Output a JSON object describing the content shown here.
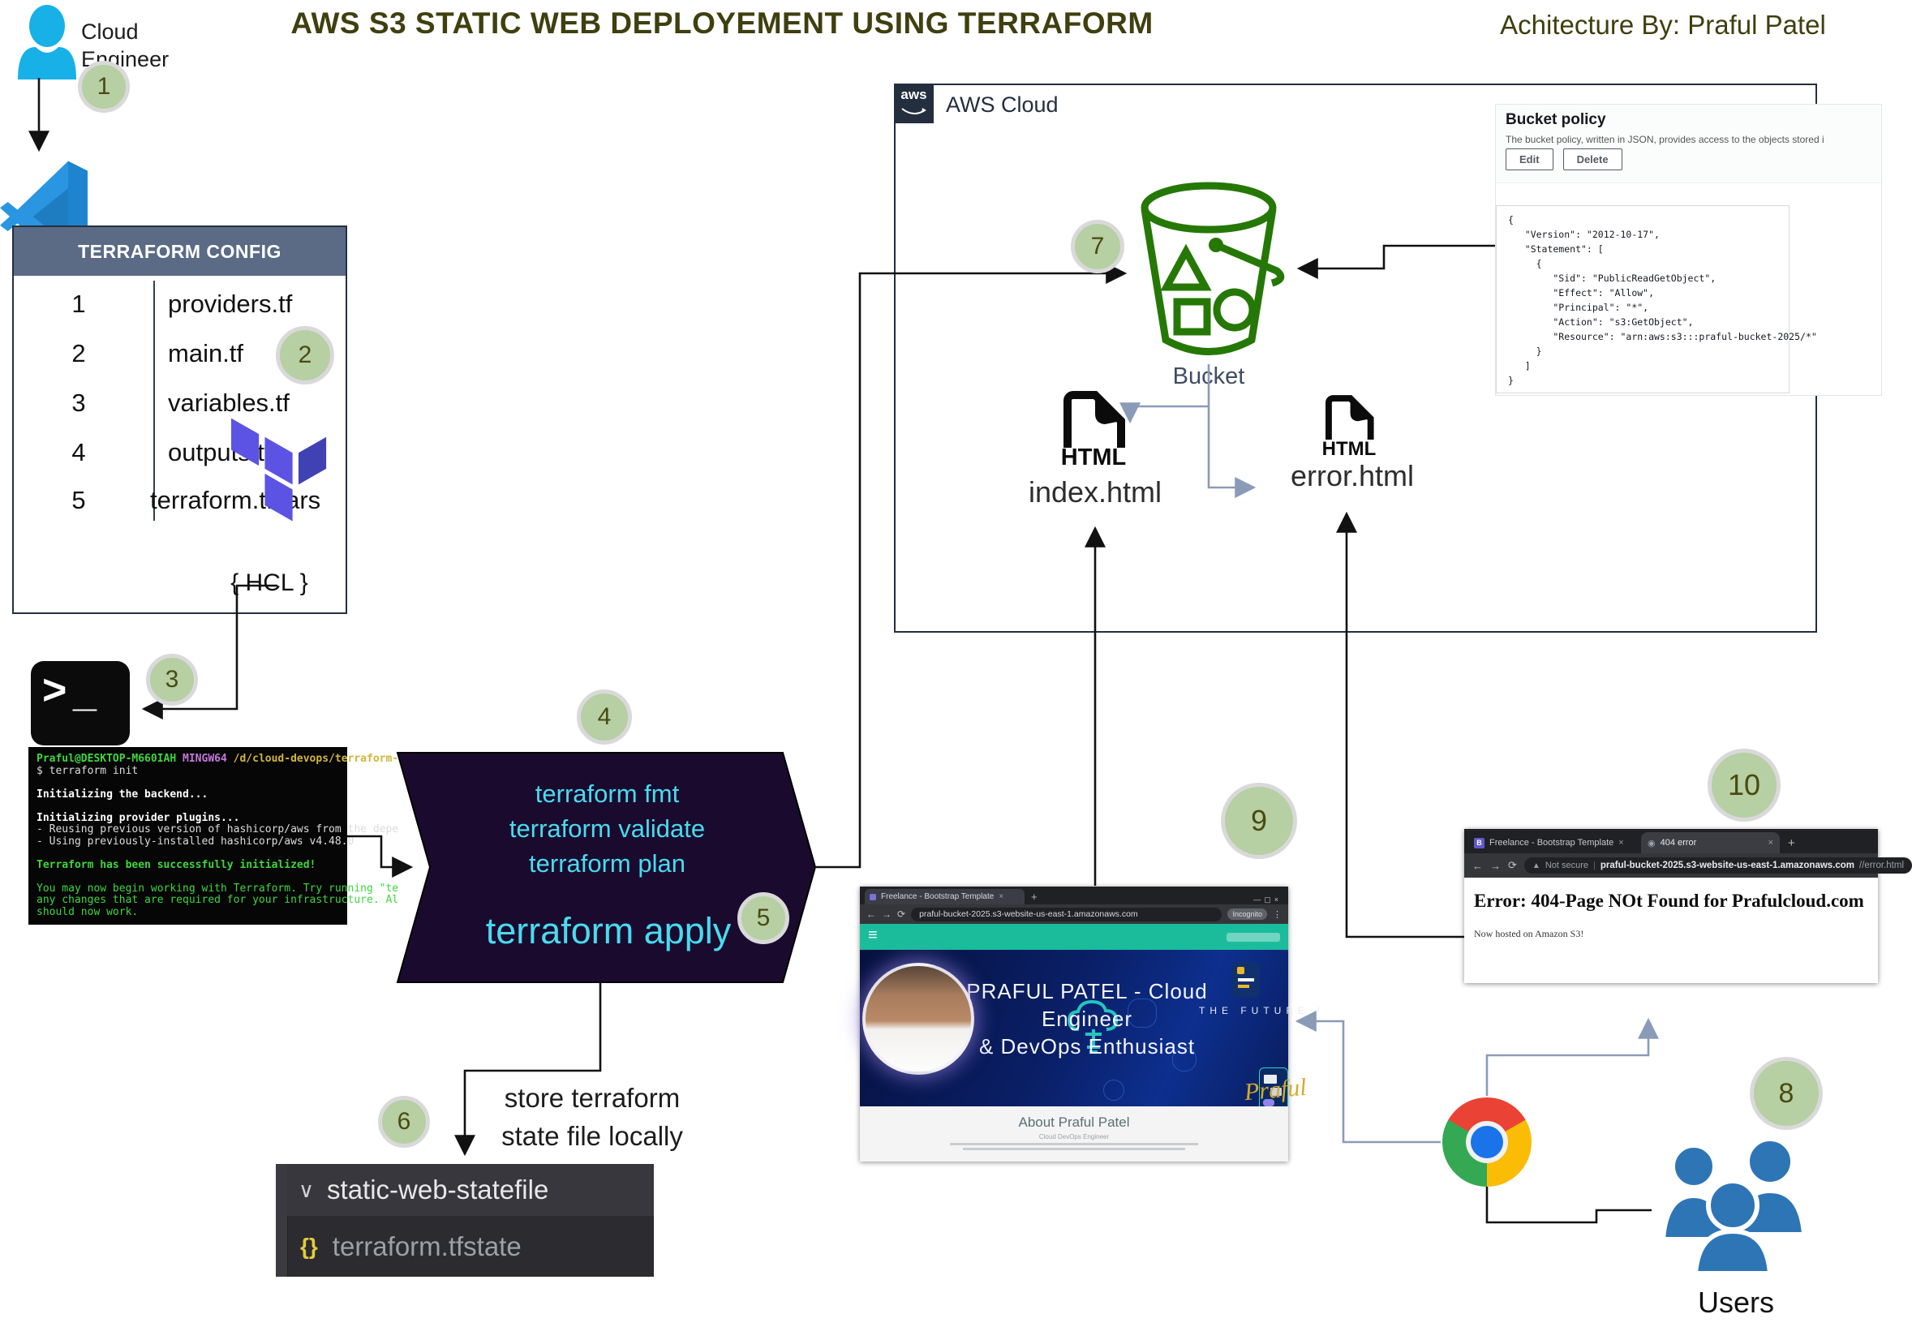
{
  "title": "AWS S3 STATIC WEB DEPLOYEMENT USING TERRAFORM",
  "byline": "Achitecture By: Praful Patel",
  "actor": {
    "line1": "Cloud",
    "line2": "Engineer"
  },
  "steps": [
    "1",
    "2",
    "3",
    "4",
    "5",
    "6",
    "7",
    "8",
    "9",
    "10"
  ],
  "config": {
    "header": "TERRAFORM CONFIG",
    "rows": [
      {
        "num": "1",
        "file": "providers.tf"
      },
      {
        "num": "2",
        "file": "main.tf"
      },
      {
        "num": "3",
        "file": "variables.tf"
      },
      {
        "num": "4",
        "file": "outputs.tf"
      },
      {
        "num": "5",
        "file": "terraform.tfvars"
      }
    ],
    "hcl": "{ HCL }"
  },
  "terminal": {
    "lines": [
      [
        [
          "u",
          "Praful@DESKTOP-M660IAH "
        ],
        [
          "m",
          "MINGW64 "
        ],
        [
          "p",
          "/d/cloud-devops/terraform-"
        ]
      ],
      [
        [
          "w",
          "$ terraform init"
        ]
      ],
      [
        [
          "w",
          ""
        ]
      ],
      [
        [
          "wb",
          "Initializing the backend..."
        ]
      ],
      [
        [
          "w",
          ""
        ]
      ],
      [
        [
          "wb",
          "Initializing provider plugins..."
        ]
      ],
      [
        [
          "w",
          "- Reusing previous version of hashicorp/aws from the depe"
        ]
      ],
      [
        [
          "w",
          "- Using previously-installed hashicorp/aws v4.48.0"
        ]
      ],
      [
        [
          "w",
          ""
        ]
      ],
      [
        [
          "gb",
          "Terraform has been successfully initialized!"
        ]
      ],
      [
        [
          "w",
          ""
        ]
      ],
      [
        [
          "g",
          "You may now begin working with Terraform. Try running \"te"
        ]
      ],
      [
        [
          "g",
          "any changes that are required for your infrastructure. Al"
        ]
      ],
      [
        [
          "g",
          "should now work."
        ]
      ]
    ]
  },
  "pipeline": {
    "commands": [
      "terraform fmt",
      "terraform validate",
      "terraform plan"
    ],
    "apply": "terraform apply"
  },
  "state_note": {
    "line1": "store terraform",
    "line2": "state file locally"
  },
  "statefile": {
    "folder": "static-web-statefile",
    "file": "terraform.tfstate"
  },
  "aws": {
    "logo": "aws",
    "label": "AWS Cloud",
    "bucket_label": "Bucket"
  },
  "files": {
    "index": {
      "type": "HTML",
      "name": "index.html"
    },
    "error": {
      "type": "HTML",
      "name": "error.html"
    }
  },
  "policy": {
    "title": "Bucket policy",
    "subtitle": "The bucket policy, written in JSON, provides access to the objects stored i",
    "edit_label": "Edit",
    "delete_label": "Delete",
    "json_lines": [
      "{",
      "   \"Version\": \"2012-10-17\",",
      "   \"Statement\": [",
      "     {",
      "        \"Sid\": \"PublicReadGetObject\",",
      "        \"Effect\": \"Allow\",",
      "        \"Principal\": \"*\",",
      "        \"Action\": \"s3:GetObject\",",
      "        \"Resource\": \"arn:aws:s3:::praful-bucket-2025/*\"",
      "     }",
      "   ]",
      "}"
    ]
  },
  "website": {
    "tab": "Freelance - Bootstrap Template",
    "url": "praful-bucket-2025.s3-website-us-east-1.amazonaws.com",
    "incognito": "Incognito",
    "hero_line1": "PRAFUL PATEL - Cloud Engineer",
    "hero_line2": "& DevOps Enthusiast",
    "future": "THE FUTURE I",
    "signature": "Praful",
    "about_title": "About Praful Patel",
    "about_sub": "Cloud DevOps Engineer"
  },
  "error_page": {
    "tab1": "Freelance - Bootstrap Template",
    "tab2": "404 error",
    "not_secure": "Not secure",
    "url_main": "praful-bucket-2025.s3-website-us-east-1.amazonaws.com",
    "url_suffix": "//error.html",
    "heading": "Error: 404-Page NOt Found for Prafulcloud.com",
    "sub": "Now hosted on Amazon S3!",
    "b_favicon": "B"
  },
  "users_label": "Users",
  "icons": {
    "menu": "≡",
    "close": "×",
    "plus": "+",
    "back": "←",
    "forward": "→",
    "reload": "⟳",
    "warn": "▲",
    "pipe": "|",
    "dots": "⋮",
    "min": "—",
    "max": "▢",
    "chevron_down": "∨",
    "braces": "{}",
    "globe": "◉",
    "gt": ">",
    "us": "_"
  },
  "colors": {
    "title_olive": "#3f3f10",
    "header_gray_blue": "#5b6b85",
    "terraform_purple": "#5c53e5",
    "terraform_dark": "#4042b4",
    "pipeline_bg": "#1a0b2e",
    "command_cyan": "#49dbef",
    "bucket_green": "#267806",
    "step_green": "#b6cfa3",
    "connector_gray": "#8a9bb8",
    "teal_nav": "#1abc9c",
    "users_blue": "#2e75b6"
  }
}
